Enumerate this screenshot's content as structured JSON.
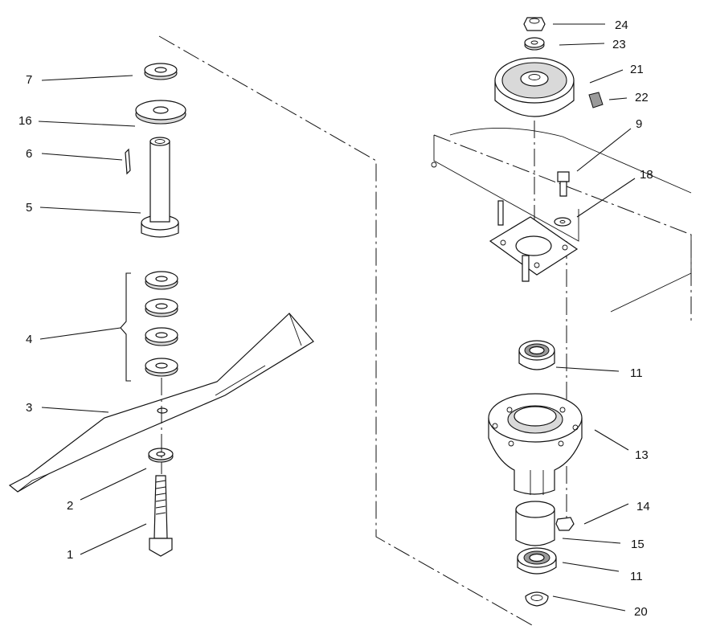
{
  "callouts": {
    "c1": "1",
    "c2": "2",
    "c3": "3",
    "c4": "4",
    "c5": "5",
    "c6": "6",
    "c7": "7",
    "c9": "9",
    "c11a": "11",
    "c11b": "11",
    "c13": "13",
    "c14": "14",
    "c15": "15",
    "c16": "16",
    "c18": "18",
    "c20": "20",
    "c21": "21",
    "c22": "22",
    "c23": "23",
    "c24": "24"
  }
}
